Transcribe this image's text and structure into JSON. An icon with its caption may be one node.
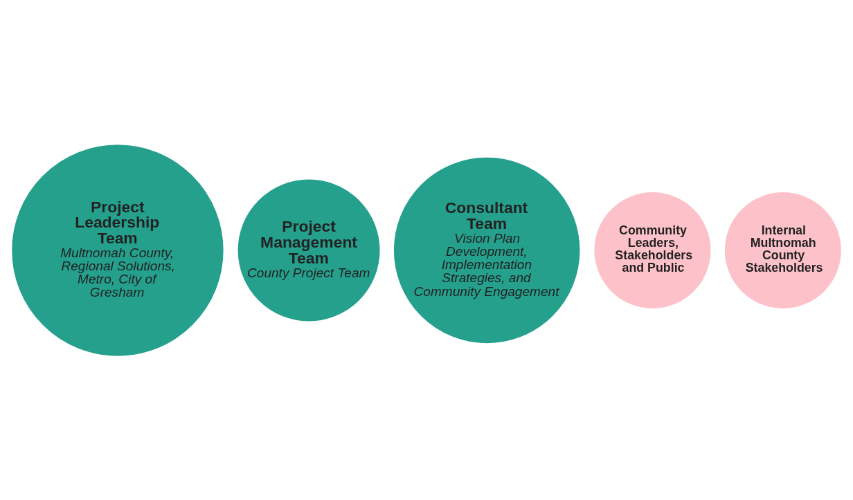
{
  "diagram": {
    "nodes": [
      {
        "text": [
          "Project Leadership Team",
          "Multnomah County, Regional Solutions, Metro, City of Gresham"
        ]
      },
      {
        "text": [
          "Project Management Team",
          "County Project Team"
        ]
      },
      {
        "text": [
          "Consultant Team",
          "Vision Plan Development, Implementation Strategies, and Community Engagement"
        ]
      },
      {
        "text": [
          "Community Leaders, Stakeholders and Public"
        ]
      },
      {
        "text": [
          "Internal Multnomah County Stakeholders"
        ]
      }
    ],
    "edges": []
  }
}
